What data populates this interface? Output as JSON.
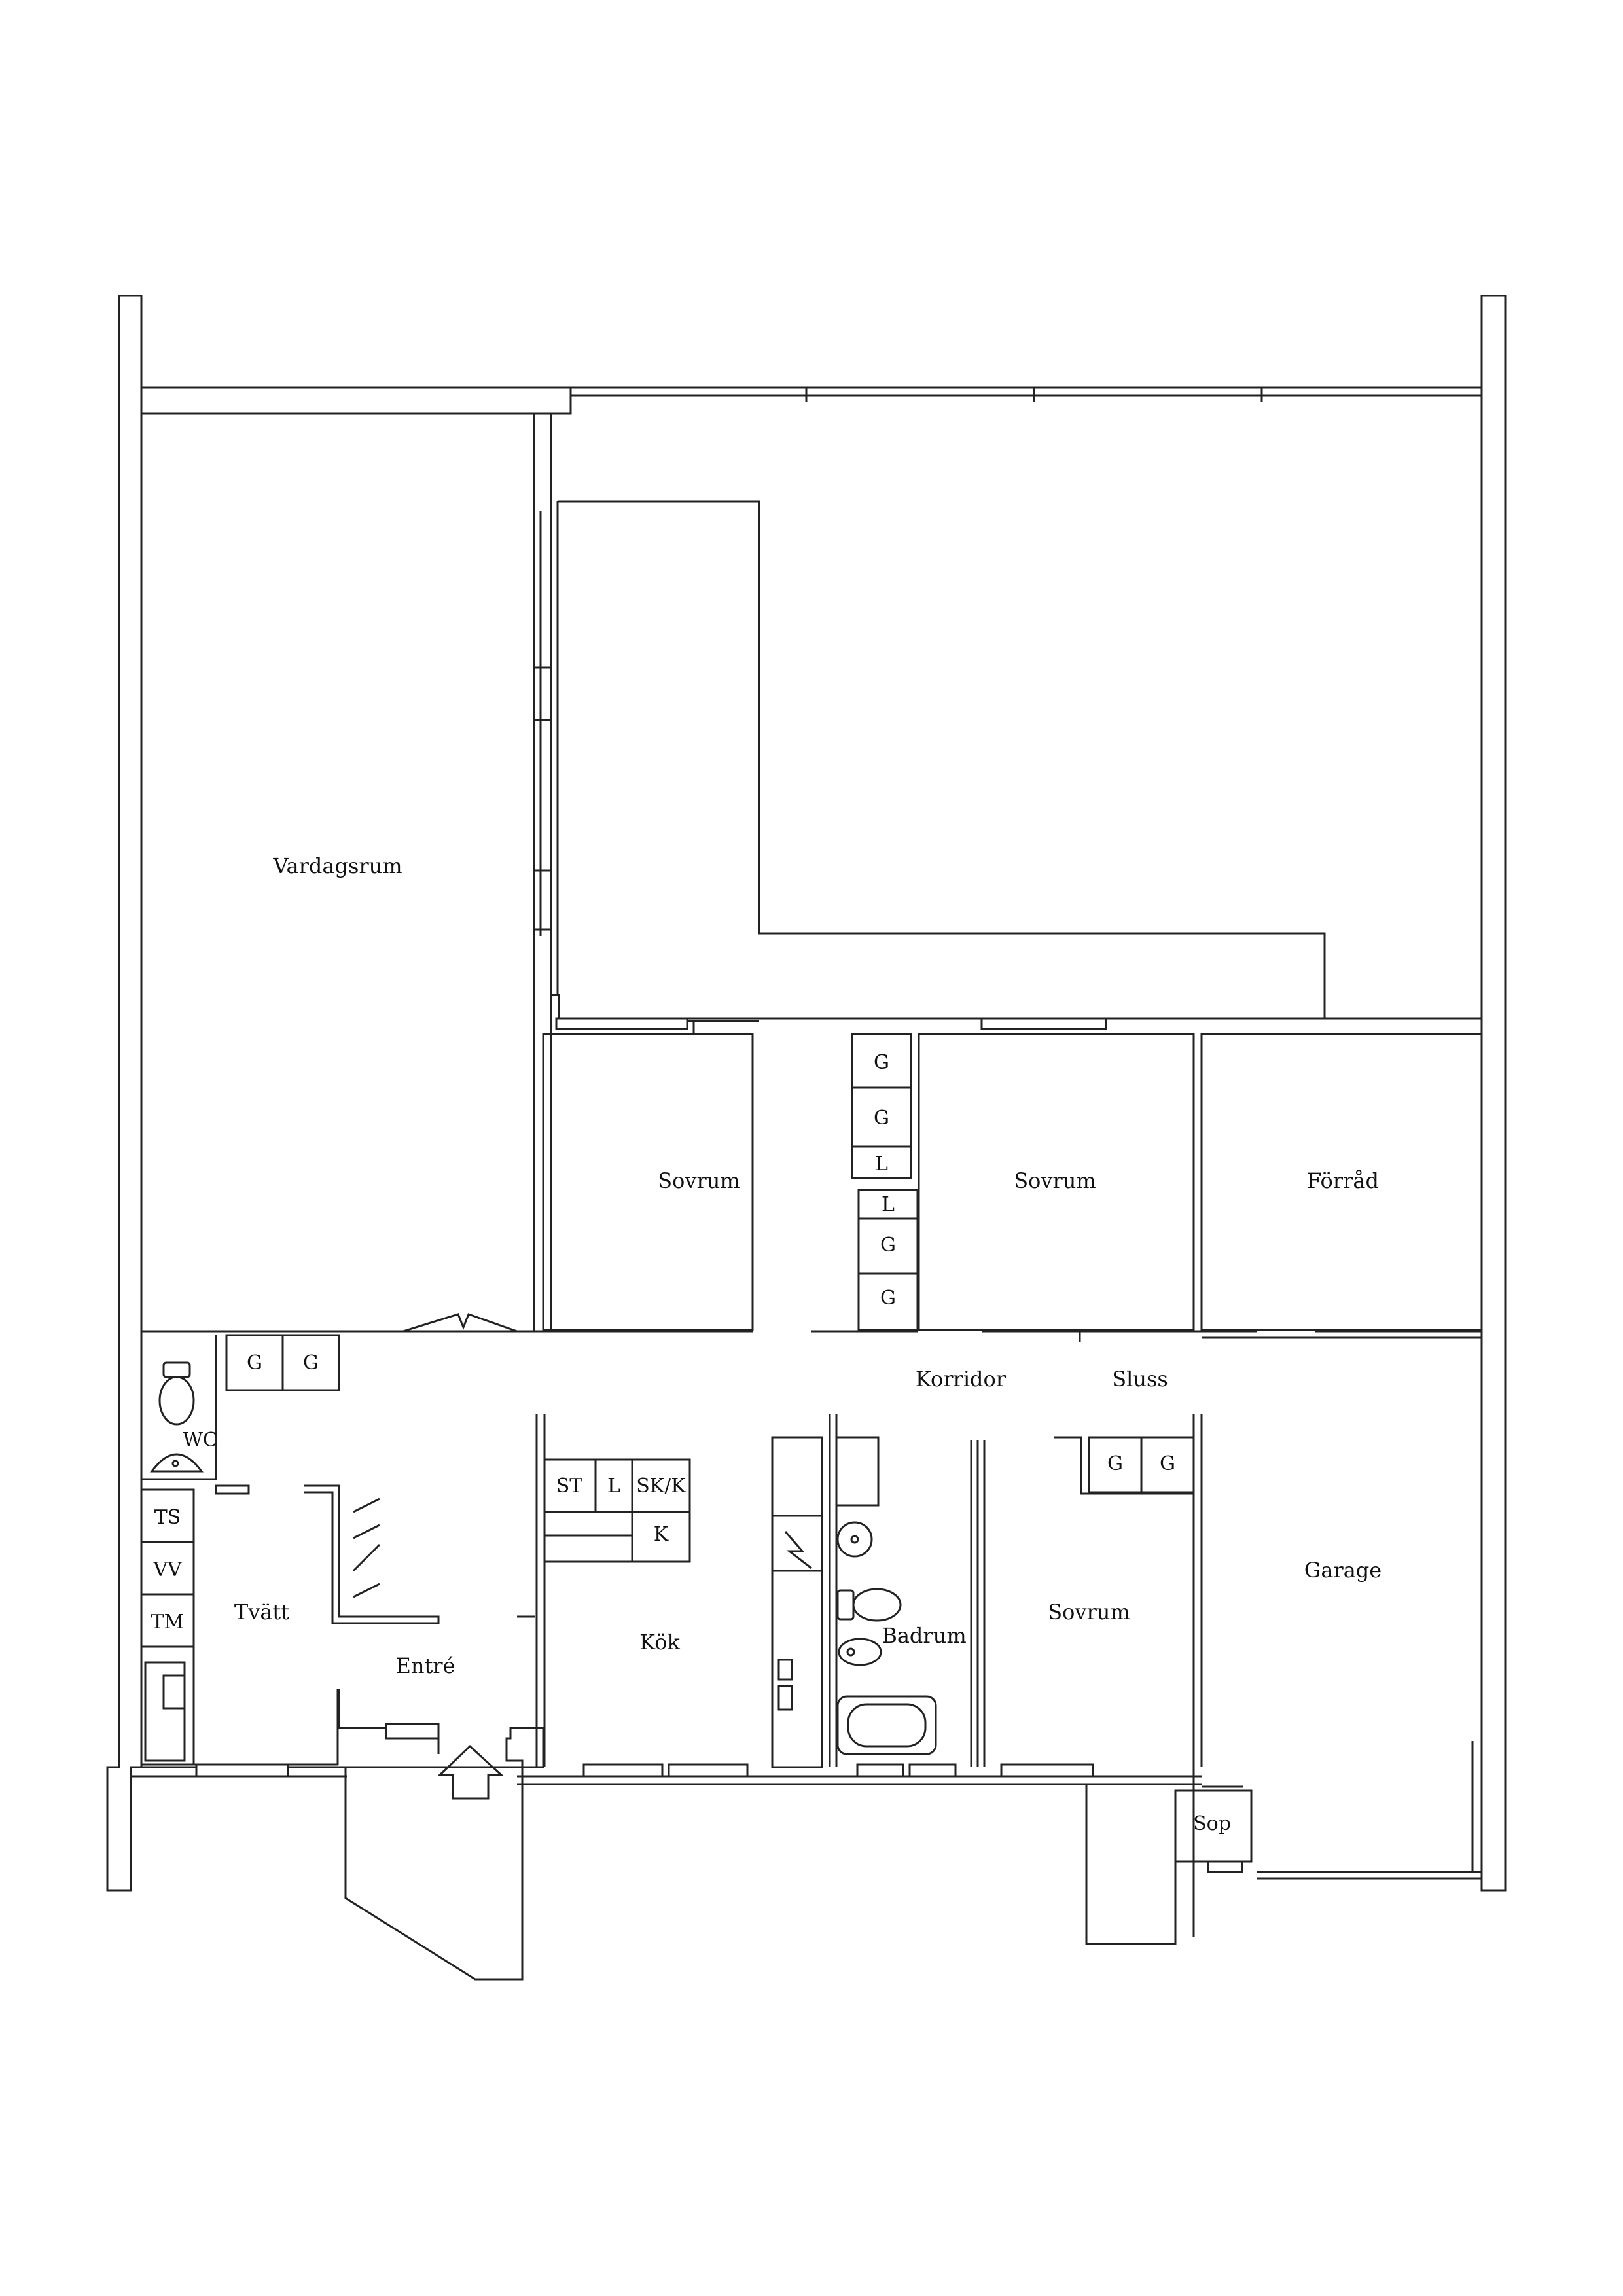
{
  "labels": {
    "vardagsrum": "Vardagsrum",
    "sovrum_1": "Sovrum",
    "sovrum_2": "Sovrum",
    "sovrum_3": "Sovrum",
    "forrad": "Förråd",
    "korridor": "Korridor",
    "sluss": "Sluss",
    "garage": "Garage",
    "kok": "Kök",
    "badrum": "Badrum",
    "entre": "Entré",
    "tvatt": "Tvätt",
    "wc": "WC",
    "sop": "Sop"
  },
  "storage": {
    "hall_g1": "G",
    "hall_g2": "G",
    "col_g1": "G",
    "col_g2": "G",
    "col_l1": "L",
    "col_l2": "L",
    "col_g3": "G",
    "col_g4": "G",
    "sluss_g1": "G",
    "sluss_g2": "G"
  },
  "kitchen": {
    "st": "ST",
    "l": "L",
    "skk": "SK/K",
    "k": "K"
  },
  "laundry": {
    "ts": "TS",
    "vv": "VV",
    "tm": "TM"
  },
  "colors": {
    "line": "#222222",
    "background": "#ffffff"
  }
}
